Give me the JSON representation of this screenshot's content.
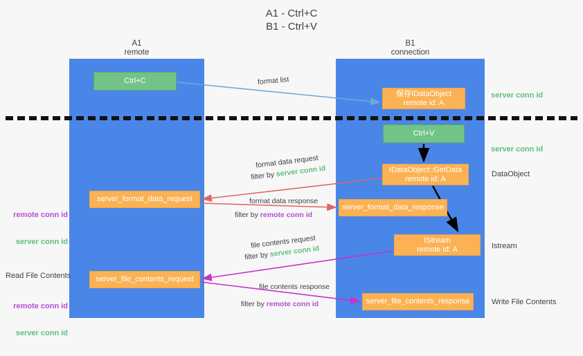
{
  "title": "A1 - Ctrl+C\nB1 - Ctrl+V",
  "colors": {
    "background": "#f7f7f7",
    "lane": "#4a86e8",
    "node_green": "#72c387",
    "node_orange": "#fbb254",
    "server_conn": "#5ebe7e",
    "remote_conn": "#b74fd1",
    "text_dark": "#3c4043",
    "arrow_blue": "#6fa8dc",
    "arrow_red": "#e06666",
    "arrow_magenta": "#c832c8",
    "arrow_black": "#000000"
  },
  "lanes": [
    {
      "name": "lane-a",
      "header": "A1\nremote"
    },
    {
      "name": "lane-b",
      "header": "B1\nconnection"
    }
  ],
  "nodes": {
    "ctrl_c": "Ctrl+C",
    "save_idataobject": "保存IDataObject\nremote id: A",
    "ctrl_v": "Ctrl+V",
    "getdata": "IDataObject::GetData\nremote id: A",
    "istream": "IStream\nremote id: A",
    "server_format_data_request": "server_format_data_request",
    "server_format_data_response": "server_format_data_response",
    "server_file_contents_request": "server_file_contents_request",
    "server_file_contents_response": "server_file_contents_response"
  },
  "side_labels": {
    "server_conn_id_1": "server conn id",
    "server_conn_id_2": "server conn id",
    "dataobject": "DataObject",
    "istream": "Istream",
    "write_file_contents": "Write File Contents",
    "read_file_contents": "Read File Contents",
    "remote_conn_id": "remote conn id",
    "server_conn_id": "server conn id"
  },
  "flows": [
    {
      "name": "format-list",
      "label": "format list",
      "prefix": "",
      "filter_word": "",
      "color": "#6fa8dc"
    },
    {
      "name": "format-data-request",
      "label": "format data request",
      "prefix": "filter by ",
      "filter_word": "server conn id",
      "filter_color": "#5ebe7e",
      "color": "#e06666"
    },
    {
      "name": "format-data-response",
      "label": "format data response",
      "prefix": "filter by ",
      "filter_word": "remote conn id",
      "filter_color": "#b74fd1",
      "color": "#e06666"
    },
    {
      "name": "file-contents-request",
      "label": "file contents request",
      "prefix": "filter by ",
      "filter_word": "server conn id",
      "filter_color": "#5ebe7e",
      "color": "#c832c8"
    },
    {
      "name": "file-contents-response",
      "label": "file contents response",
      "prefix": "filter by ",
      "filter_word": "remote conn id",
      "filter_color": "#b74fd1",
      "color": "#c832c8"
    }
  ],
  "flow_text": {
    "format_list": "format list",
    "format_data_request": "format data request",
    "format_data_request_filter_prefix": "filter by ",
    "format_data_request_filter": "server conn id",
    "format_data_response": "format data response",
    "format_data_response_filter_prefix": "filter by ",
    "format_data_response_filter": "remote conn id",
    "file_contents_request": "file contents request",
    "file_contents_request_filter_prefix": "filter by ",
    "file_contents_request_filter": "server conn id",
    "file_contents_response": "file contents response",
    "file_contents_response_filter_prefix": "filter by ",
    "file_contents_response_filter": "remote conn id"
  }
}
